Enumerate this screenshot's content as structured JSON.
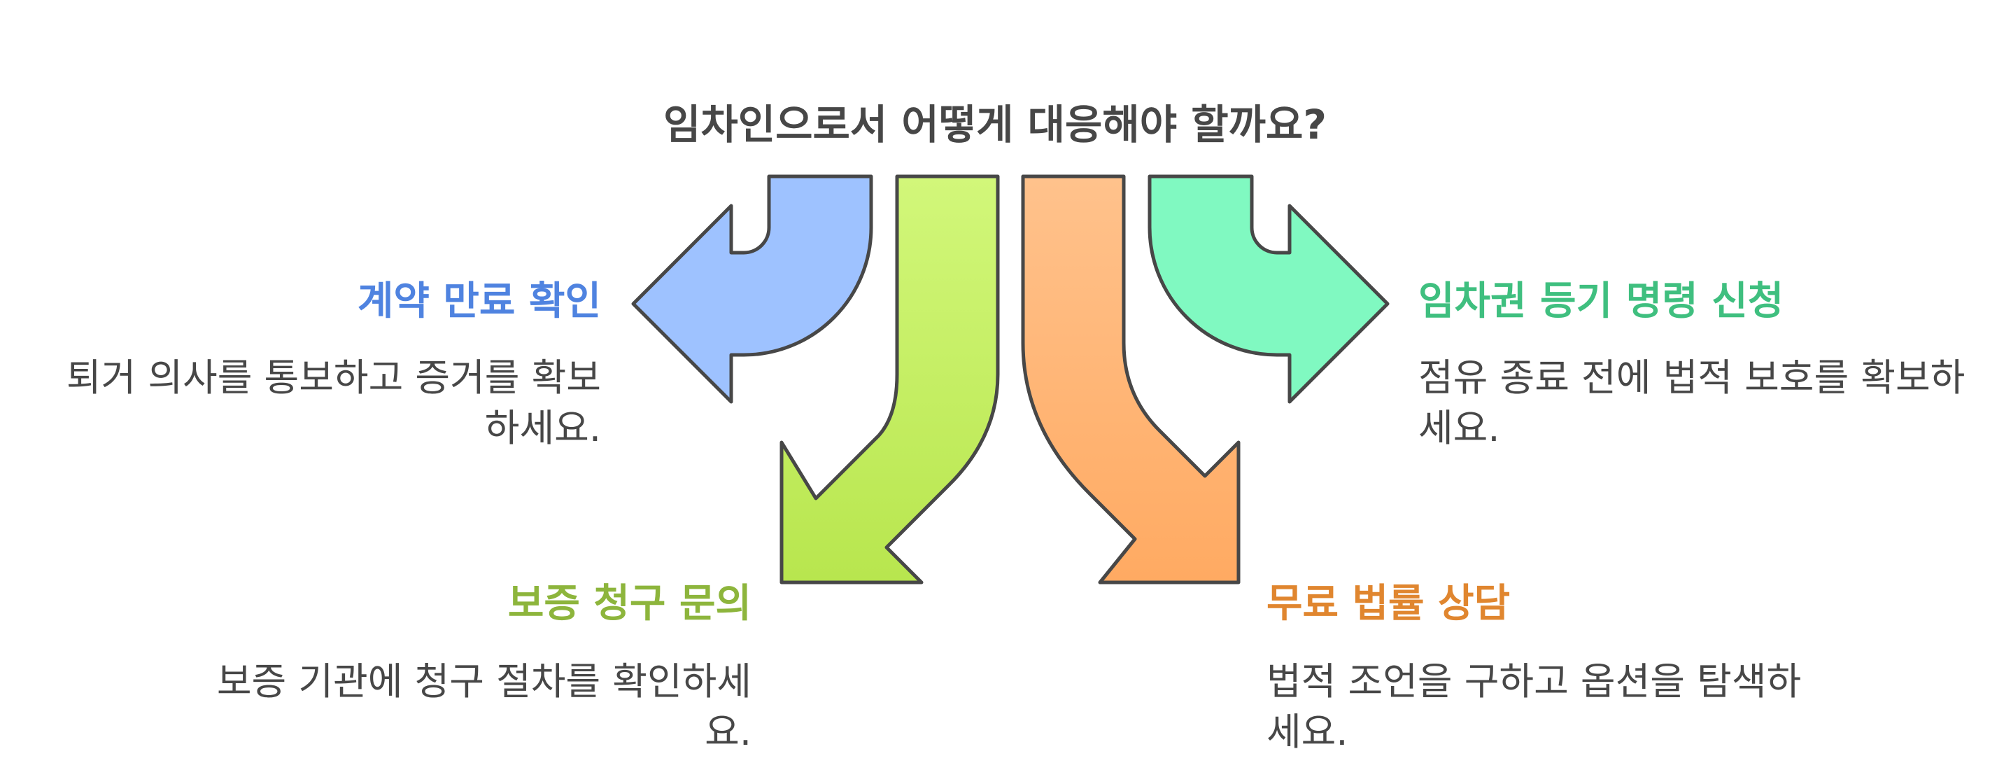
{
  "title": "임차인으로서 어떻게 대응해야 할까요?",
  "options": {
    "contract": {
      "heading": "계약 만료 확인",
      "description": "퇴거 의사를 통보하고 증거를 확보하세요.",
      "color": "#4F83E0",
      "arrow_fill": "#9EC2FF"
    },
    "guarantee": {
      "heading": "보증 청구 문의",
      "description": "보증 기관에 청구 절차를 확인하세요.",
      "color": "#8DB53C",
      "arrow_fill": "#C4EE66"
    },
    "legal": {
      "heading": "무료 법률 상담",
      "description": "법적 조언을 구하고 옵션을 탐색하세요.",
      "color": "#E0862F",
      "arrow_fill": "#FFB577"
    },
    "registration": {
      "heading": "임차권 등기 명령 신청",
      "description": "점유 종료 전에 법적 보호를 확보하세요.",
      "color": "#3FBF7F",
      "arrow_fill": "#80F9C1"
    }
  },
  "stroke_color": "#474747"
}
